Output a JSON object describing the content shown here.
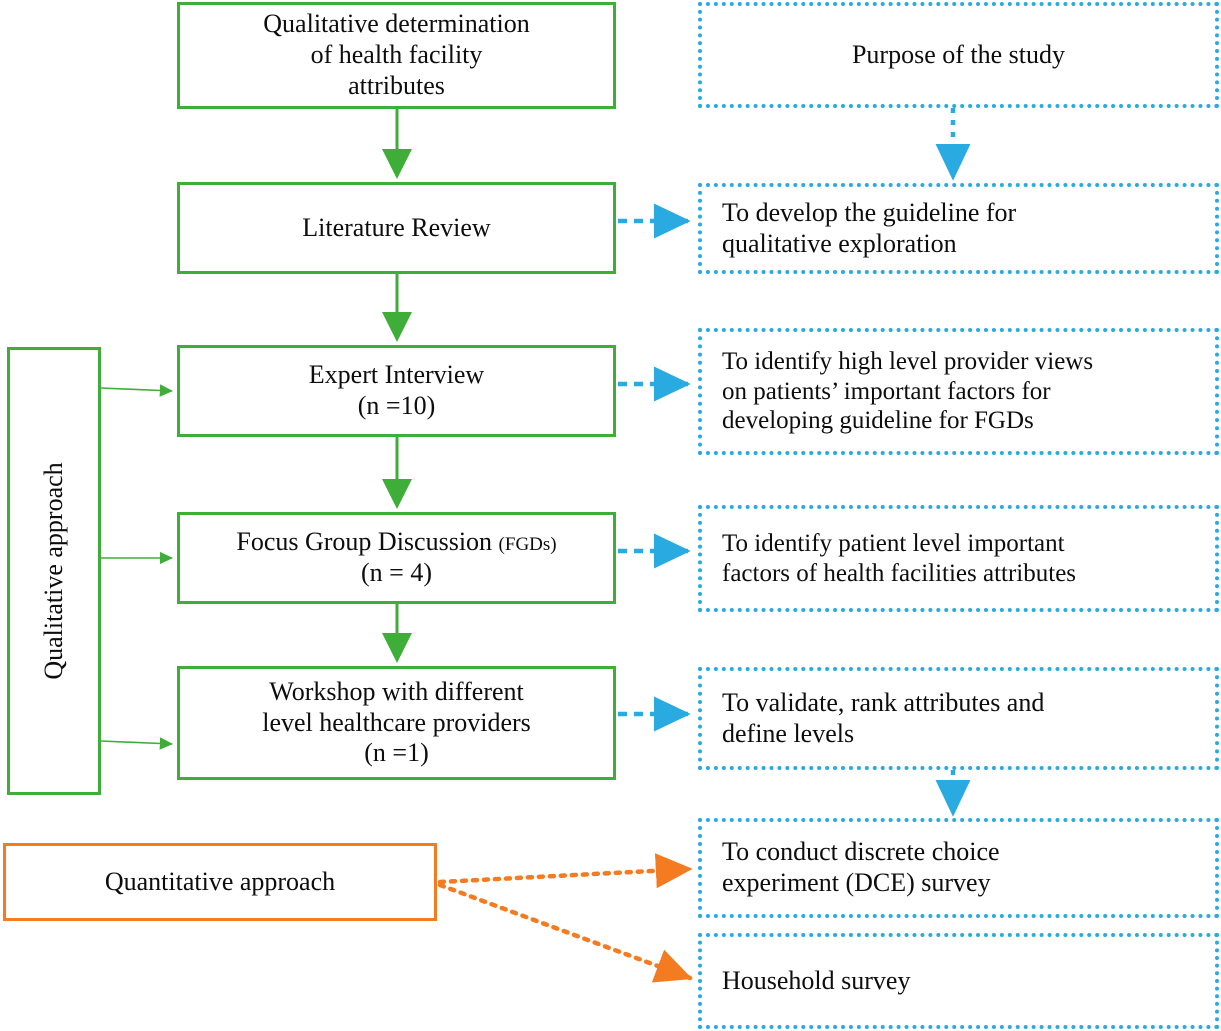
{
  "diagram": {
    "title": "Study design flowchart: qualitative and quantitative approach",
    "colors": {
      "green": "#3FAE38",
      "cyan": "#29ABE2",
      "orange": "#F47B20",
      "text": "#0d0d0d",
      "background": "#ffffff"
    }
  },
  "qualitative_label": "Qualitative approach",
  "quantitative_label": "Quantitative approach",
  "process_boxes": [
    {
      "id": "qualitative-determination",
      "lines": [
        "Qualitative  determination",
        "of health facility",
        "attributes"
      ]
    },
    {
      "id": "literature-review",
      "lines": [
        "Literature  Review"
      ]
    },
    {
      "id": "expert-interview",
      "lines": [
        "Expert Interview",
        "(n =10)"
      ]
    },
    {
      "id": "focus-group-discussion",
      "lines": [
        "Focus Group Discussion",
        "(FGDs)",
        "(n = 4)"
      ]
    },
    {
      "id": "workshop",
      "lines": [
        "Workshop with different",
        "level healthcare providers",
        "(n =1)"
      ]
    }
  ],
  "purpose_boxes": [
    {
      "id": "purpose-of-study",
      "align": "center",
      "lines": [
        "Purpose of the study"
      ]
    },
    {
      "id": "develop-guideline",
      "align": "left",
      "lines": [
        "To develop the guideline for",
        "qualitative exploration"
      ]
    },
    {
      "id": "identify-provider-views",
      "align": "left",
      "lines": [
        "To identify high level provider views",
        "on patients’ important factors for",
        "developing guideline for FGDs"
      ]
    },
    {
      "id": "identify-patient-factors",
      "align": "left",
      "lines": [
        "To identify patient level important",
        "factors of health facilities  attributes"
      ]
    },
    {
      "id": "validate-rank-attributes",
      "align": "left",
      "lines": [
        "To validate, rank attributes and",
        "define levels"
      ]
    },
    {
      "id": "conduct-dce-survey",
      "align": "left",
      "lines": [
        "To conduct discrete choice",
        "experiment (DCE)  survey"
      ]
    },
    {
      "id": "household-survey",
      "align": "left",
      "lines": [
        "Household survey"
      ]
    }
  ]
}
